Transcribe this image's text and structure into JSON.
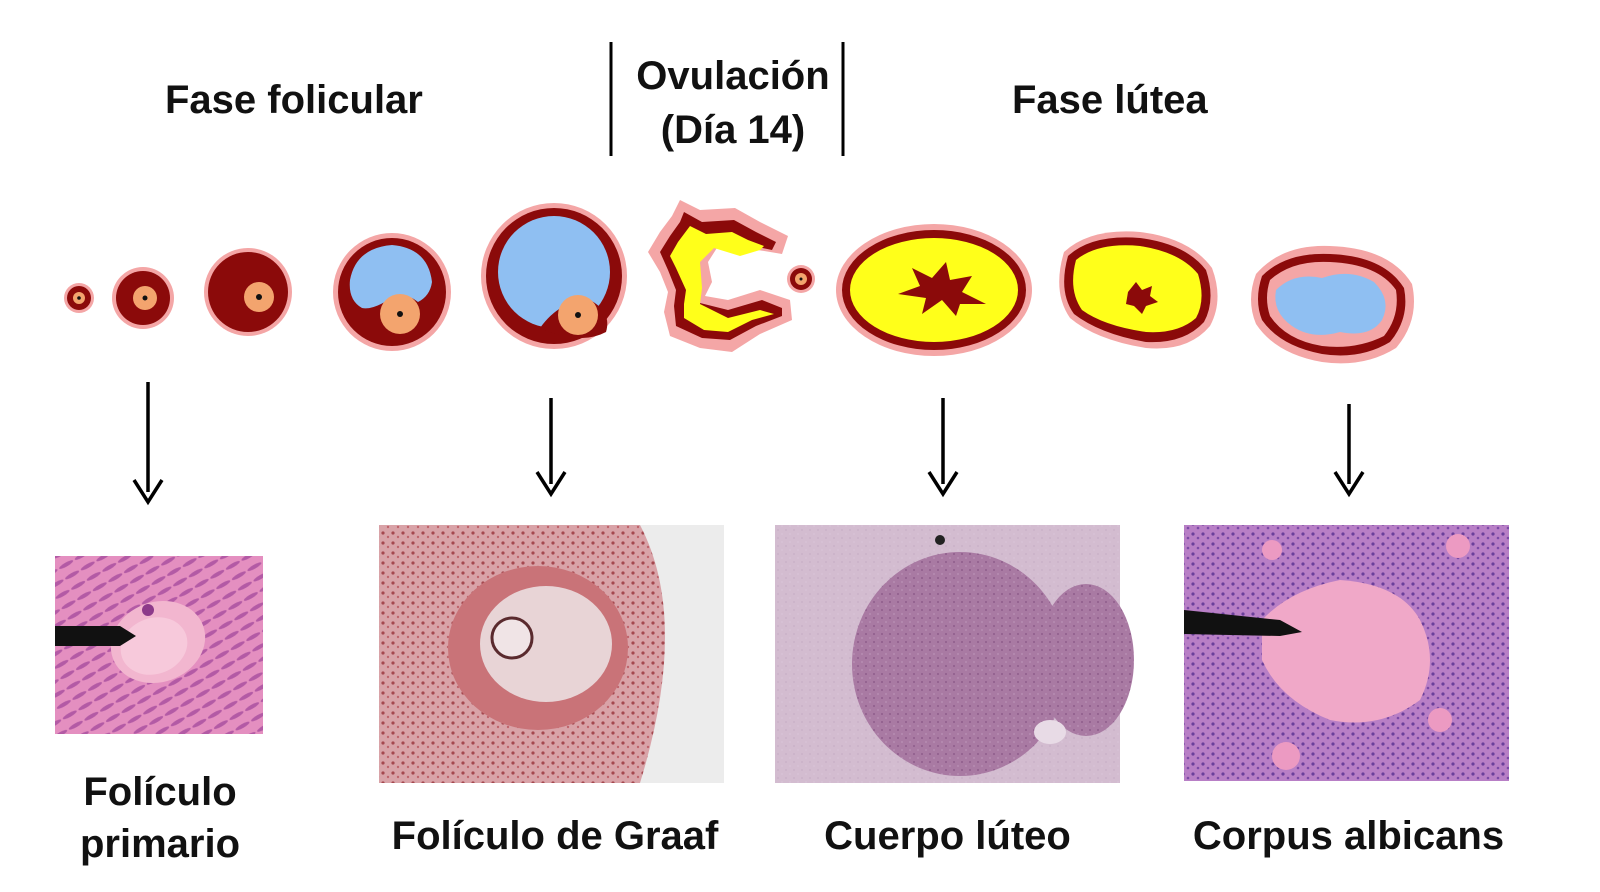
{
  "phases": {
    "follicular": "Fase folicular",
    "ovulation_line1": "Ovulación",
    "ovulation_line2": "(Día 14)",
    "luteal": "Fase lútea"
  },
  "captions": {
    "primary_line1": "Folículo",
    "primary_line2": "primario",
    "graaf": "Folículo de Graaf",
    "corpus_luteum": "Cuerpo lúteo",
    "corpus_albicans": "Corpus albicans"
  },
  "colors": {
    "outer_pink": "#f4a6a6",
    "dark_red": "#8b0a0a",
    "antrum_blue": "#8fbff2",
    "oocyte_orange": "#f3a46e",
    "luteal_yellow": "#ffff1a",
    "histology_pink": "#e59ab5",
    "histology_purple": "#b46aa8"
  }
}
